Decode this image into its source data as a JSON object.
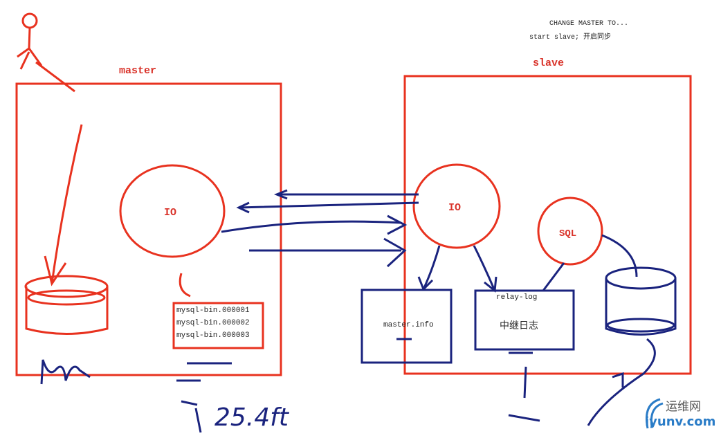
{
  "notes": {
    "line1": "CHANGE MASTER TO...",
    "line2": "start slave; 开启同步"
  },
  "master": {
    "label": "master",
    "io": "IO",
    "binlogs": [
      "mysql-bin.000001",
      "mysql-bin.000002",
      "mysql-bin.000003"
    ]
  },
  "slave": {
    "label": "slave",
    "io": "IO",
    "sql": "SQL",
    "master_info": "master.info",
    "relay_log": "relay-log",
    "relay_log_cn": "中继日志"
  },
  "handwriting": {
    "ip_note": "25.4ft"
  },
  "watermark": {
    "cn": "运维网",
    "en": "iyunv.com"
  },
  "colors": {
    "red": "#e8321f",
    "blue": "#1a237e"
  }
}
